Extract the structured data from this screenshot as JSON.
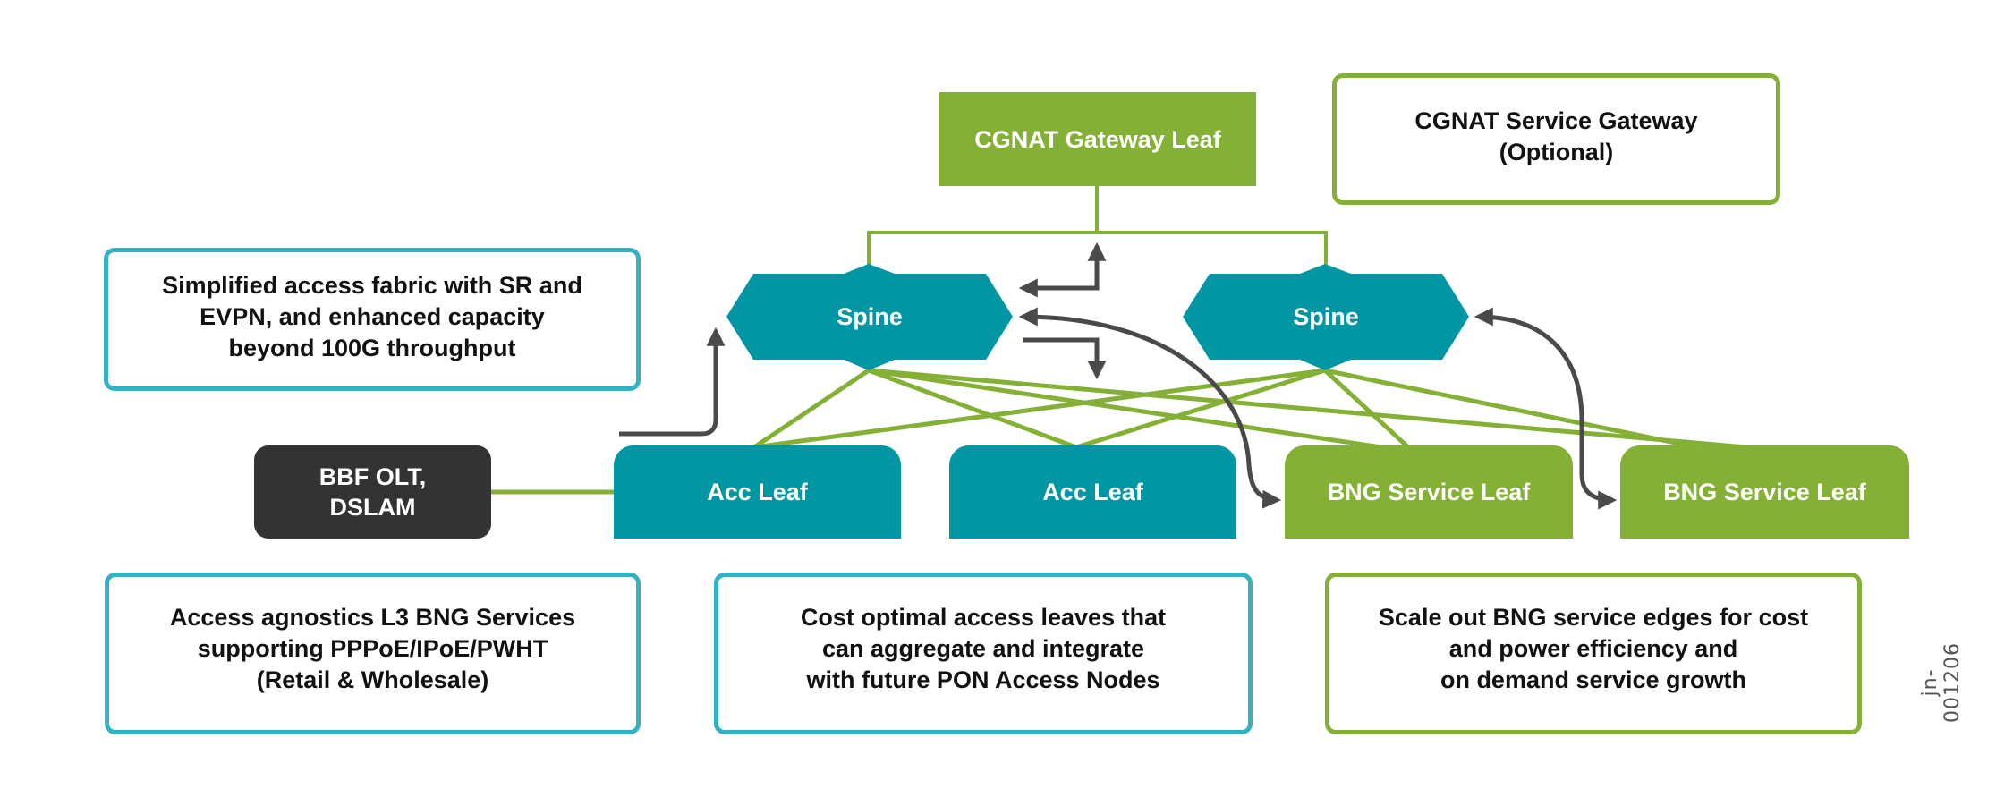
{
  "diagram": {
    "doc_id": "jn-001206",
    "colors": {
      "teal": "#0096A3",
      "teal_border": "#35B1C4",
      "green": "#84B135",
      "dark": "#333333",
      "arrow": "#4A4A4A"
    },
    "nodes": {
      "cgnat_gateway_leaf": "CGNAT Gateway Leaf",
      "cgnat_service_gateway": "CGNAT Service Gateway\n(Optional)",
      "spine_1": "Spine",
      "spine_2": "Spine",
      "bbf_olt": "BBF OLT,\nDSLAM",
      "acc_leaf_1": "Acc Leaf",
      "acc_leaf_2": "Acc Leaf",
      "bng_leaf_1": "BNG Service Leaf",
      "bng_leaf_2": "BNG Service Leaf"
    },
    "descriptions": {
      "fabric": "Simplified access fabric with SR and\nEVPN, and enhanced capacity\nbeyond 100G throughput",
      "bng_services": "Access agnostics L3 BNG Services\nsupporting PPPoE/IPoE/PWHT\n(Retail & Wholesale)",
      "access_leaves": "Cost optimal access leaves that\ncan aggregate and integrate\nwith future PON Access Nodes",
      "scale_out": "Scale out BNG service edges for cost\nand power efficiency and\non demand service growth"
    },
    "connections": [
      {
        "from": "cgnat_gateway_leaf",
        "to": "spine_1"
      },
      {
        "from": "cgnat_gateway_leaf",
        "to": "spine_2"
      },
      {
        "from": "spine_1",
        "to": "acc_leaf_1"
      },
      {
        "from": "spine_1",
        "to": "acc_leaf_2"
      },
      {
        "from": "spine_1",
        "to": "bng_leaf_1"
      },
      {
        "from": "spine_1",
        "to": "bng_leaf_2"
      },
      {
        "from": "spine_2",
        "to": "acc_leaf_1"
      },
      {
        "from": "spine_2",
        "to": "acc_leaf_2"
      },
      {
        "from": "spine_2",
        "to": "bng_leaf_1"
      },
      {
        "from": "spine_2",
        "to": "bng_leaf_2"
      },
      {
        "from": "bbf_olt",
        "to": "acc_leaf_1"
      }
    ],
    "flows": [
      {
        "from": "bbf_olt",
        "to": "spine_1"
      },
      {
        "from": "spine_1",
        "to": "cgnat_gateway_leaf"
      },
      {
        "from": "cgnat_gateway_leaf",
        "to": "spine_1"
      },
      {
        "from": "spine_1",
        "to": "bng_leaf_1",
        "bidirectional": true
      },
      {
        "from": "spine_2",
        "to": "bng_leaf_2",
        "bidirectional": true
      }
    ]
  }
}
